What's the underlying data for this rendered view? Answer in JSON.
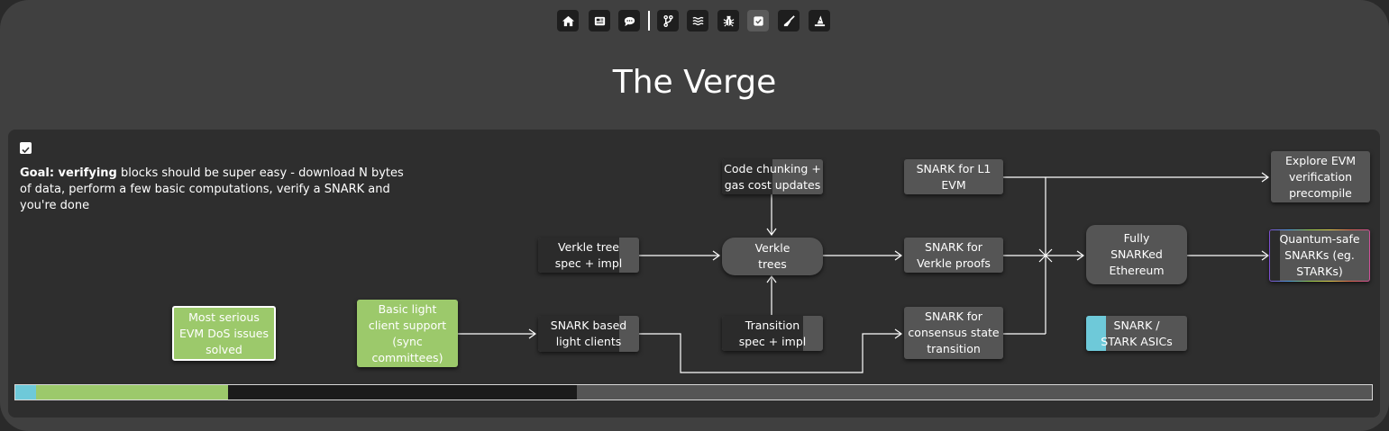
{
  "page": {
    "title": "The Verge"
  },
  "toolbar": {
    "items": [
      {
        "icon": "home-icon",
        "label": "Home"
      },
      {
        "icon": "newspaper-icon",
        "label": "News"
      },
      {
        "icon": "chat-icon",
        "label": "Chat"
      },
      {
        "icon": "branch-icon",
        "label": "The Merge"
      },
      {
        "icon": "waves-icon",
        "label": "The Surge"
      },
      {
        "icon": "bug-icon",
        "label": "The Scourge"
      },
      {
        "icon": "checkbox-icon",
        "label": "The Verge"
      },
      {
        "icon": "broom-icon",
        "label": "The Purge"
      },
      {
        "icon": "wizard-hat-icon",
        "label": "The Splurge"
      }
    ],
    "active_index": 6
  },
  "goal": {
    "label": "Goal: verifying",
    "text": " blocks should be super easy - download N bytes of data, perform a few basic computations, verify a SNARK and you're done"
  },
  "nodes": {
    "evm_dos": {
      "label": "Most serious EVM DoS issues solved",
      "status": "done"
    },
    "light_client": {
      "label": "Basic light client support (sync committees)",
      "status": "done"
    },
    "verkle_spec": {
      "label": "Verkle tree spec + impl",
      "progress": 0.8
    },
    "snark_light": {
      "label": "SNARK based light clients",
      "progress": 0.8
    },
    "code_chunking": {
      "label": "Code chunking + gas cost updates",
      "progress": 0.5
    },
    "verkle_trees": {
      "label": "Verkle trees",
      "progress": 0
    },
    "transition_spec": {
      "label": "Transition spec + impl",
      "progress": 0.8
    },
    "snark_l1_evm": {
      "label": "SNARK for L1 EVM",
      "progress": 0
    },
    "snark_verkle": {
      "label": "SNARK for Verkle proofs",
      "progress": 0
    },
    "snark_consensus": {
      "label": "SNARK for consensus state transition",
      "progress": 0
    },
    "fully_snarked": {
      "label": "Fully SNARKed Ethereum",
      "progress": 0
    },
    "snark_asics": {
      "label": "SNARK / STARK ASICs",
      "progress_blue": 0.2
    },
    "explore_evm": {
      "label": "Explore EVM verification precompile",
      "progress": 0
    },
    "quantum_safe": {
      "label": "Quantum-safe SNARKs (eg. STARKs)",
      "progress": 0.1
    }
  },
  "progress_bar": {
    "blue": 0.015,
    "green": 0.142,
    "dark": 0.257,
    "grey": 0.586,
    "colors": {
      "blue": "#6ec9d9",
      "green": "#9cc96b",
      "dark": "#1b1b1b",
      "grey": "#555555"
    }
  },
  "colors": {
    "background": "#404040",
    "panel": "#2e2e2e",
    "node": "#555555",
    "done": "#9cc96b",
    "line": "#ffffff"
  }
}
